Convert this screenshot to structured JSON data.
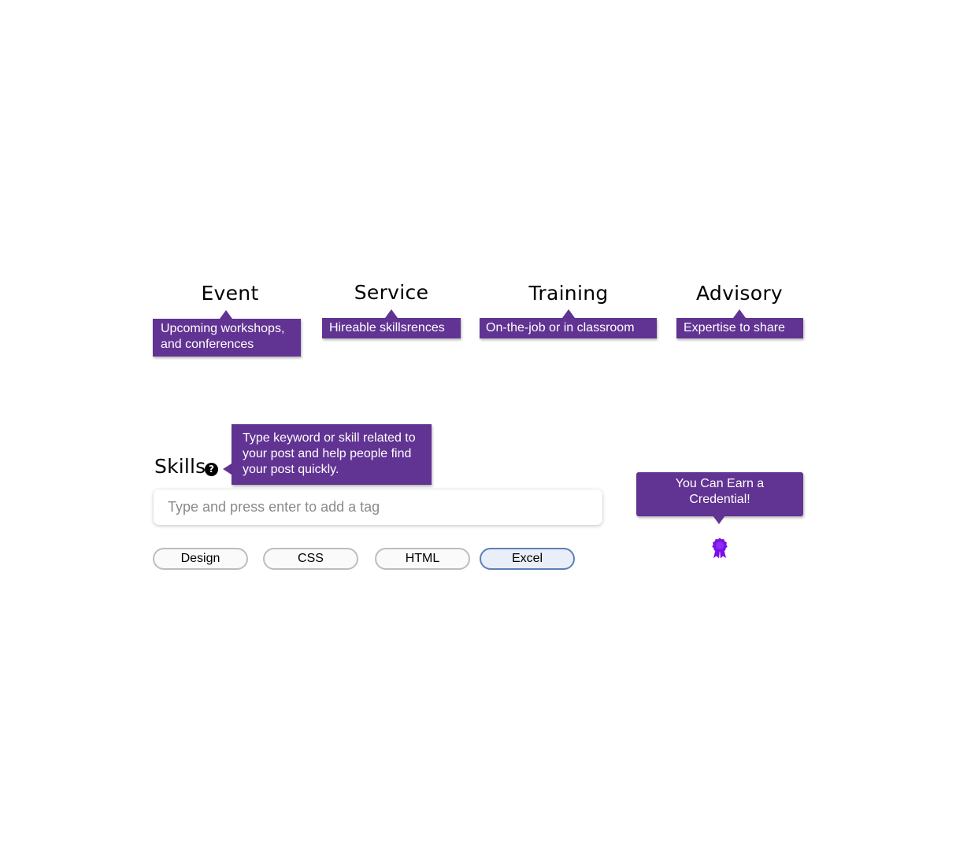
{
  "categories": [
    {
      "title": "Event",
      "tooltip": "Upcoming workshops, and conferences"
    },
    {
      "title": "Service",
      "tooltip": "Hireable skillsrences"
    },
    {
      "title": "Training",
      "tooltip": "On-the-job or in classroom"
    },
    {
      "title": "Advisory",
      "tooltip": "Expertise to share"
    }
  ],
  "skills": {
    "label": "Skills",
    "help_glyph": "?",
    "help_tooltip": "Type keyword or skill related to your post and help people find your post quickly.",
    "input_placeholder": "Type and press enter to add a tag",
    "input_value": "",
    "tags": [
      {
        "label": "Design",
        "selected": false
      },
      {
        "label": "CSS",
        "selected": false
      },
      {
        "label": "HTML",
        "selected": false
      },
      {
        "label": "Excel",
        "selected": true
      }
    ]
  },
  "credential": {
    "tooltip": "You Can Earn a Credential!",
    "icon": "award-ribbon-icon"
  },
  "colors": {
    "tooltip_bg": "#613392",
    "badge": "#7a10e8",
    "selected_chip_border": "#5c80b5",
    "selected_chip_bg": "#e9eef8"
  }
}
